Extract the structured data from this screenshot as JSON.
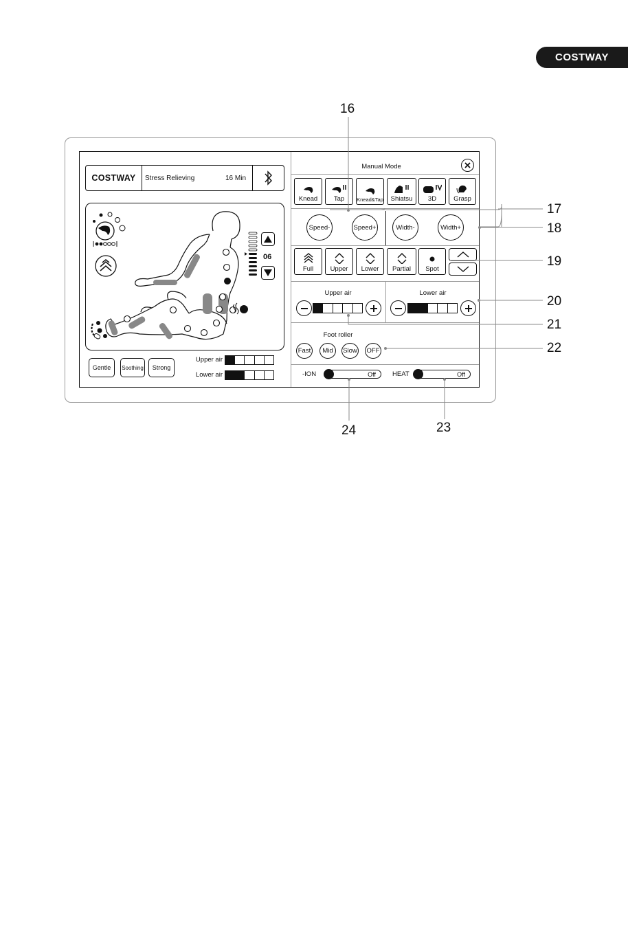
{
  "brand": "COSTWAY",
  "callouts": [
    "16",
    "17",
    "18",
    "19",
    "20",
    "21",
    "22",
    "23",
    "24"
  ],
  "header": {
    "logo": "COSTWAY",
    "program": "Stress Relieving",
    "time": "16 Min",
    "bluetooth_icon": "bluetooth-icon"
  },
  "body_panel": {
    "level": "06",
    "seq_indicator": "|●●○○○|"
  },
  "intensity_buttons": [
    "Gentle",
    "Soothing",
    "Strong"
  ],
  "left_air": {
    "upper_label": "Upper air",
    "upper_level": 1,
    "lower_label": "Lower air",
    "lower_level": 2,
    "segments": 5
  },
  "manual": {
    "title": "Manual Mode",
    "modes": [
      "Knead",
      "Tap",
      "Knead&Tap",
      "Shiatsu",
      "3D",
      "Grasp"
    ],
    "speed": [
      "Speed-",
      "Speed+"
    ],
    "width": [
      "Width-",
      "Width+"
    ],
    "areas": [
      "Full",
      "Upper",
      "Lower",
      "Partial",
      "Spot"
    ],
    "upper_air": {
      "label": "Upper air",
      "level": 1,
      "segments": 5
    },
    "lower_air": {
      "label": "Lower air",
      "level": 2,
      "segments": 5
    },
    "foot_roller": {
      "label": "Foot roller",
      "options": [
        "Fast",
        "Mid",
        "Slow",
        "OFF"
      ]
    },
    "ion": {
      "label": "-ION",
      "state": "Off"
    },
    "heat": {
      "label": "HEAT",
      "state": "Off"
    }
  }
}
